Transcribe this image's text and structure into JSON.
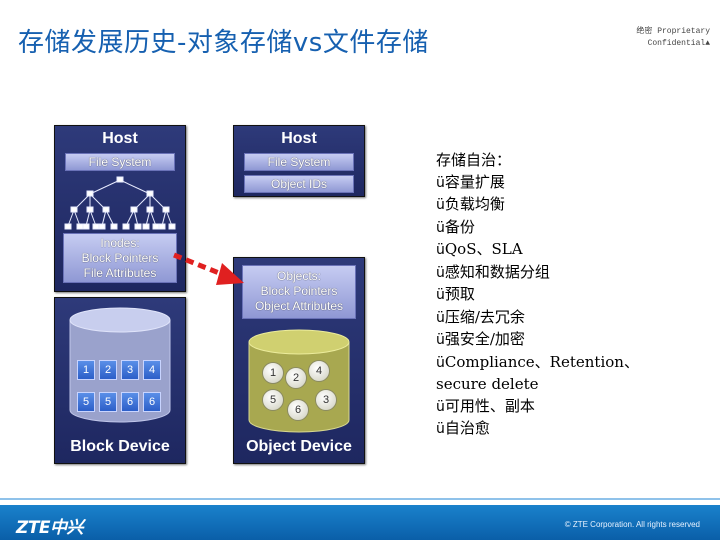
{
  "title": "存储发展历史-对象存储vs文件存储",
  "proprietary": [
    "绝密 Proprietary",
    "Confidential▲"
  ],
  "left_panel": {
    "host": "Host",
    "file_system": "File System",
    "inodes": [
      "Inodes:",
      "Block Pointers",
      "File Attributes"
    ],
    "blocks": [
      "1",
      "2",
      "3",
      "4",
      "5",
      "5",
      "6",
      "6"
    ],
    "device": "Block Device"
  },
  "right_panel": {
    "host": "Host",
    "file_system": "File System",
    "object_ids": "Object IDs",
    "objects": [
      "Objects:",
      "Block Pointers",
      "Object Attributes"
    ],
    "circles": [
      "1",
      "2",
      "4",
      "5",
      "3",
      "6"
    ],
    "device": "Object Device"
  },
  "features": {
    "heading": "存储自治：",
    "check": "ü",
    "items": [
      "容量扩展",
      "负载均衡",
      "备份",
      "QoS、SLA",
      "感知和数据分组",
      "预取",
      "压缩/去冗余",
      "强安全/加密",
      "Compliance、Retention、"
    ],
    "continuation": "secure delete",
    "items2": [
      "可用性、副本",
      "自治愈"
    ]
  },
  "footer": {
    "logo": "ZTE中兴",
    "copyright": "© ZTE Corporation. All rights reserved"
  },
  "colors": {
    "title": "#1660b0",
    "panel": "#1e2760",
    "footer": "#0a5fa8",
    "arrow": "#e02020"
  }
}
